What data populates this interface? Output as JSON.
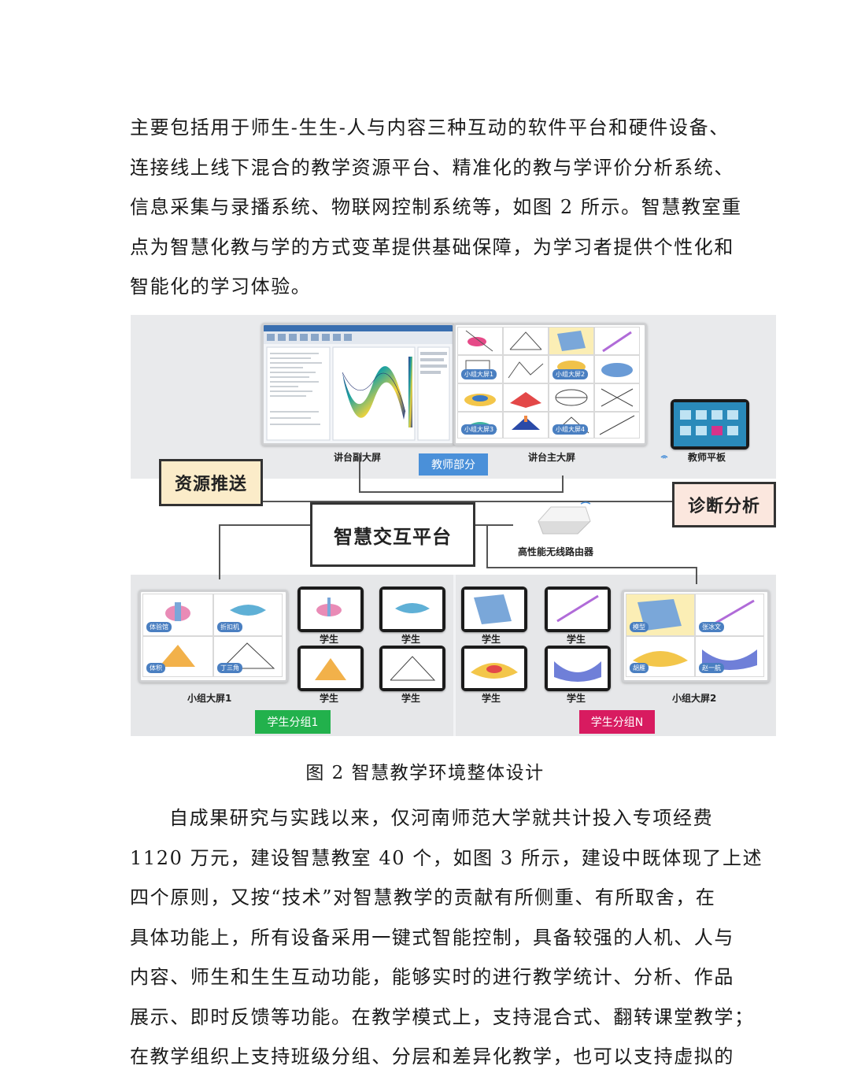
{
  "paragraph1": {
    "lines": [
      "主要包括用于师生-生生-人与内容三种互动的软件平台和硬件设备、",
      "连接线上线下混合的教学资源平台、精准化的教与学评价分析系统、",
      "信息采集与录播系统、物联网控制系统等，如图 2 所示。智慧教室重",
      "点为智慧化教与学的方式变革提供基础保障，为学习者提供个性化和",
      "智能化的学习体验。"
    ]
  },
  "figure": {
    "labels": {
      "side_screen": "讲台副大屏",
      "teacher_part": "教师部分",
      "main_screen": "讲台主大屏",
      "teacher_tablet": "教师平板",
      "resource_push": "资源推送",
      "diagnosis": "诊断分析",
      "platform": "智慧交互平台",
      "router": "高性能无线路由器",
      "group_screen_1": "小组大屏1",
      "group_screen_2": "小组大屏2",
      "student_group_1": "学生分组1",
      "student_group_n": "学生分组N",
      "student": "学生"
    },
    "main_screen_tiles": [
      "小组大屏1",
      "小组大屏2",
      "小组大屏3",
      "小组大屏4"
    ],
    "group1_tiles": [
      "体验馆",
      "折扣机",
      "体积",
      "丁三角"
    ],
    "group2_tiles": [
      "模型",
      "张冰文",
      "胡雁",
      "赵一航"
    ],
    "colors": {
      "teacher_part_bg": "#4a90d9",
      "group1_bg": "#22b14c",
      "groupN_bg": "#d81b60",
      "resource_push_bg": "#fbecc9",
      "diagnosis_bg": "#fbe7de"
    }
  },
  "caption": "图 2  智慧教学环境整体设计",
  "paragraph2": {
    "lines": [
      "自成果研究与实践以来，仅河南师范大学就共计投入专项经费",
      "1120 万元，建设智慧教室 40 个，如图 3 所示，建设中既体现了上述",
      "四个原则，又按“技术”对智慧教学的贡献有所侧重、有所取舍，在",
      "具体功能上，所有设备采用一键式智能控制，具备较强的人机、人与",
      "内容、师生和生生互动功能，能够实时的进行教学统计、分析、作品",
      "展示、即时反馈等功能。在教学模式上，支持混合式、翻转课堂教学；",
      "在教学组织上支持班级分组、分层和差异化教学，也可以支持虚拟的"
    ]
  }
}
